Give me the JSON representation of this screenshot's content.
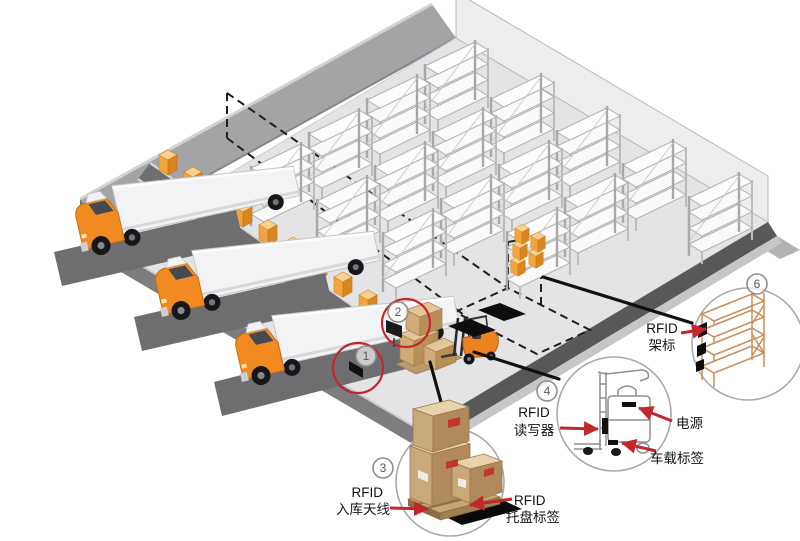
{
  "diagram": {
    "type": "warehouse-rfid-system-diagram",
    "markers": {
      "m1": "1",
      "m2": "2",
      "m3": "3",
      "m4": "4",
      "m6": "6"
    },
    "labels": {
      "entry_antenna_line1": "RFID",
      "entry_antenna_line2": "入库天线",
      "pallet_tag_line1": "RFID",
      "pallet_tag_line2": "托盘标签",
      "reader_line1": "RFID",
      "reader_line2": "读写器",
      "power": "电源",
      "vehicle_tag": "车载标签",
      "shelf_tag_line1": "RFID",
      "shelf_tag_line2": "架标"
    },
    "colors": {
      "accent_red": "#c1272d",
      "floor_gray": "#e4e4e6",
      "apron_gray": "#a4a4a6",
      "conveyor_gray": "#6f6f71",
      "truck_orange": "#f18a21",
      "box_orange": "#f5a33c",
      "label_black": "#141414"
    }
  }
}
